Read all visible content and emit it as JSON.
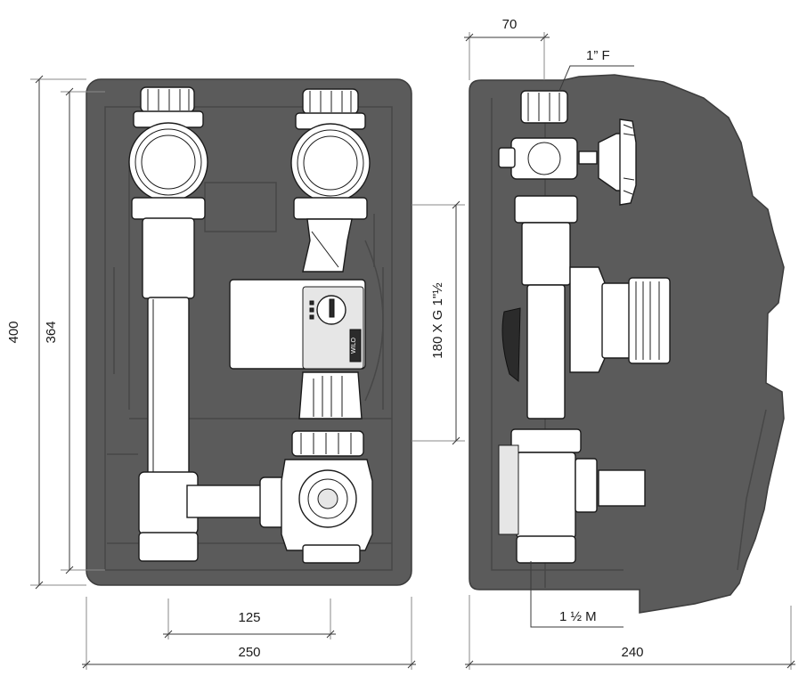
{
  "dimensions": {
    "height_overall": "400",
    "height_inner": "364",
    "width_front": "250",
    "pipe_spacing": "125",
    "depth_side": "240",
    "top_offset": "70",
    "pump_spec": "180 X G 1\"½"
  },
  "connections": {
    "top": "1” F",
    "bottom": "1 ½ M"
  },
  "pump_badge": "WILO",
  "colors": {
    "insulation": "#5b5b5b",
    "metal": "#ffffff",
    "outline": "#1c1c1c"
  }
}
